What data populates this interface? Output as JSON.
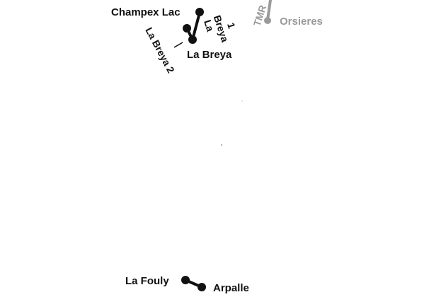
{
  "map": {
    "colors": {
      "line": "#111111",
      "station": "#111111",
      "muted": "#9a9a9a",
      "background": "#ffffff"
    },
    "stations": {
      "champex_lac": "Champex Lac",
      "la_breya": "La Breya",
      "orsieres": "Orsieres",
      "la_fouly": "La Fouly",
      "arpalle": "Arpalle"
    },
    "lines": {
      "la_breya_1": [
        "La",
        "Breya",
        "1"
      ],
      "la_breya_2": "La Breya 2",
      "tmr": "TMR"
    }
  }
}
